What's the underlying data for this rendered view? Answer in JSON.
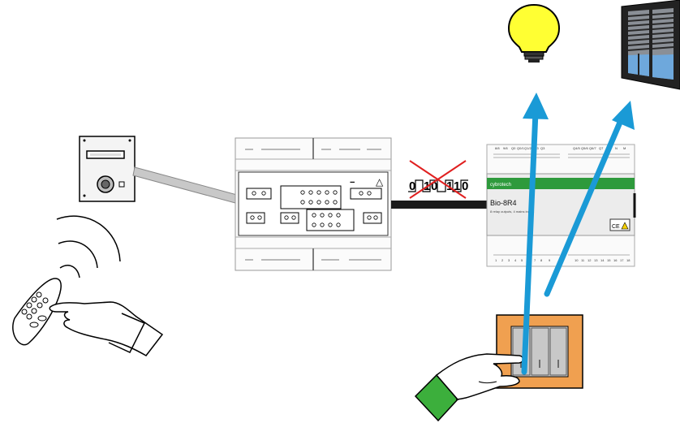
{
  "signal_bits": [
    "0",
    "1",
    "0",
    "1",
    "1",
    "0"
  ],
  "module": {
    "brand": "cybrotech",
    "model": "Bio-8R4",
    "subtitle": "8 relay outputs, 4 mains inputs",
    "top_terminals": [
      "8/8",
      "9/8",
      "Q0",
      "Q0/1",
      "Q1/2",
      "Q2/3",
      "Q3",
      "",
      "Q4/5",
      "Q5/6",
      "Q6/7",
      "Q7",
      "N",
      "M"
    ],
    "bottom_terminals": [
      "1",
      "2",
      "3",
      "4",
      "5",
      "6",
      "7",
      "8",
      "9",
      "10",
      "11",
      "12",
      "13",
      "14",
      "15",
      "16",
      "17",
      "18"
    ],
    "ce_mark": "CE",
    "warning_symbol": "⚠"
  },
  "controller_warning_symbol": "△",
  "controller_minus_symbol": "−",
  "colors": {
    "arrow": "#1a9ad6",
    "module_label_band": "#2e9a3c",
    "bulb": "#ffff33",
    "switch_frame": "#f0a050",
    "sleeve": "#3caf3c"
  }
}
